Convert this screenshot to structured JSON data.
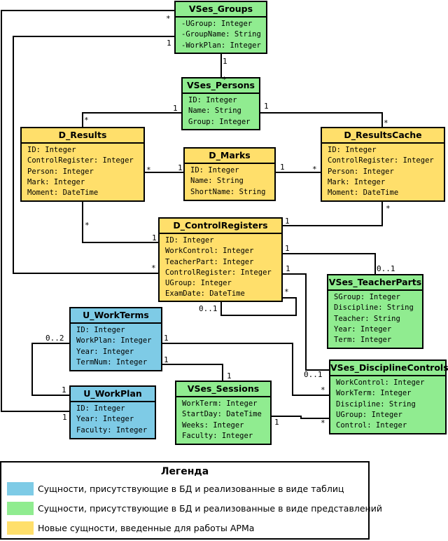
{
  "colors": {
    "yellow": "#ffdf6b",
    "green": "#90ec90",
    "blue": "#7ecbe6"
  },
  "entities": {
    "vses_groups": {
      "name": "VSes_Groups",
      "attrs": [
        "-UGroup: Integer",
        "-GroupName: String",
        "-WorkPlan: Integer"
      ]
    },
    "vses_persons": {
      "name": "VSes_Persons",
      "attrs": [
        "ID: Integer",
        "Name: String",
        "Group: Integer"
      ]
    },
    "d_results": {
      "name": "D_Results",
      "attrs": [
        "ID: Integer",
        "ControlRegister: Integer",
        "Person: Integer",
        "Mark: Integer",
        "Moment: DateTime"
      ]
    },
    "d_marks": {
      "name": "D_Marks",
      "attrs": [
        "ID: Integer",
        "Name: String",
        "ShortName: String"
      ]
    },
    "d_resultscache": {
      "name": "D_ResultsCache",
      "attrs": [
        "ID: Integer",
        "ControlRegister: Integer",
        "Person: Integer",
        "Mark: Integer",
        "Moment: DateTime"
      ]
    },
    "d_controlregisters": {
      "name": "D_ControlRegisters",
      "attrs": [
        "ID: Integer",
        "WorkControl: Integer",
        "TeacherPart: Integer",
        "ControlRegister: Integer",
        "UGroup: Integer",
        "ExamDate: DateTime"
      ]
    },
    "vses_teacherparts": {
      "name": "VSes_TeacherParts",
      "attrs": [
        "SGroup: Integer",
        "Discipline: String",
        "Teacher: String",
        "Year: Integer",
        "Term: Integer"
      ]
    },
    "u_workterms": {
      "name": "U_WorkTerms",
      "attrs": [
        "ID: Integer",
        "WorkPlan: Integer",
        "Year: Integer",
        "TermNum: Integer"
      ]
    },
    "u_workplan": {
      "name": "U_WorkPlan",
      "attrs": [
        "ID: Integer",
        "Year: Integer",
        "Faculty: Integer"
      ]
    },
    "vses_sessions": {
      "name": "VSes_Sessions",
      "attrs": [
        "WorkTerm: Integer",
        "StartDay: DateTime",
        "Weeks: Integer",
        "Faculty: Integer"
      ]
    },
    "vses_disciplinecontrols": {
      "name": "VSes_DisciplineControls",
      "attrs": [
        "WorkControl: Integer",
        "WorkTerm: Integer",
        "Discipline: String",
        "UGroup: Integer",
        "Control: Integer"
      ]
    }
  },
  "multiplicities": {
    "groups_persons_top": "1",
    "groups_persons_bottom": "*",
    "groups_cr_top": "*",
    "groups_cr_bottom": "*",
    "groups_wp_top": "1",
    "groups_wp_bottom": "1",
    "persons_results_p": "1",
    "persons_results_r": "*",
    "persons_cache_p": "1",
    "persons_cache_c": "*",
    "results_marks_r": "*",
    "results_marks_m": "1",
    "marks_cache_m": "1",
    "marks_cache_c": "*",
    "results_cr_r": "*",
    "results_cr_c": "1",
    "cache_cr_c": "*",
    "cache_cr_r": "1",
    "cr_tp_c": "1",
    "cr_tp_t": "0..1",
    "cr_dc_c": "1",
    "cr_dc_d": "0..1",
    "cr_self_a": "*",
    "cr_self_b": "0..1",
    "wt_wp_t": "0..2",
    "wt_wp_p": "1",
    "wt_dc_t": "1",
    "wt_dc_d": "*",
    "wt_ses_t": "1",
    "wt_ses_s": "1",
    "ses_dc_s": "1",
    "ses_dc_d": "*"
  },
  "legend": {
    "title": "Легенда",
    "items": [
      "Сущности, присутствующие в БД и реализованные в виде таблиц",
      "Сущности, присутствующие в БД и реализованные в виде представлений",
      "Новые сущности, введенные для работы АРМа"
    ]
  }
}
